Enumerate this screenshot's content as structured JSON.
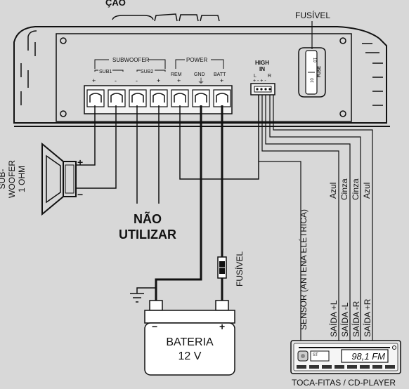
{
  "top_cut_label": "ÇÃO",
  "amplifier": {
    "section_subwoofer": "SUBWOOFER",
    "sub1": "SUB1",
    "sub2": "SUB2",
    "section_power": "POWER",
    "rem": "REM",
    "gnd": "GND",
    "batt": "BATT",
    "plus": "+",
    "minus": "-",
    "ground_symbol": "⏚",
    "high_in_line1": "HIGH",
    "high_in_line2": "IN",
    "high_in_l": "L",
    "high_in_r": "R",
    "high_in_pins": "+ - + -",
    "fuse_label": "FUSE",
    "fuse_marks": [
      "10",
      "10"
    ]
  },
  "fuse_top_label": "FUSÍVEL",
  "fuse_batt_label": "FUSÍVEL",
  "subwoofer": {
    "label_lines": [
      "SUB-",
      "WOOFER",
      "1 OHM"
    ],
    "plus": "+",
    "minus": "−"
  },
  "nao_utilizar": [
    "NÃO",
    "UTILIZAR"
  ],
  "battery": {
    "name": "BATERIA",
    "voltage": "12 V",
    "minus": "−",
    "plus": "+"
  },
  "sensor_label": "SENSOR (ANTENA ELÉTRICA)",
  "outputs": [
    {
      "color": "Azul",
      "name": "SAÍDA +L"
    },
    {
      "color": "Cinza",
      "name": "SAÍDA -L"
    },
    {
      "color": "Cinza",
      "name": "SAÍDA -R"
    },
    {
      "color": "Azul",
      "name": "SAÍDA +R"
    }
  ],
  "player": {
    "display": "98,1 FM",
    "small_display": "ST",
    "caption": "TOCA-FITAS / CD-PLAYER"
  },
  "colors": {
    "background": "#d8d8d8",
    "line": "#111111"
  }
}
